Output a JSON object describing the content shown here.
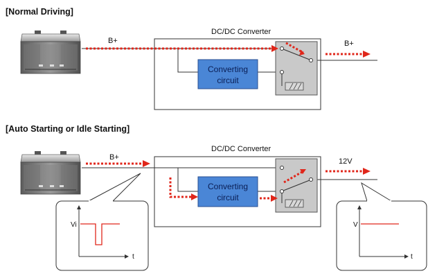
{
  "sections": [
    {
      "heading": "[Normal Driving]",
      "box_label": "DC/DC Converter",
      "input_label": "B+",
      "output_label": "B+",
      "converter_label_line1": "Converting",
      "converter_label_line2": "circuit"
    },
    {
      "heading": "[Auto Starting or Idle Starting]",
      "box_label": "DC/DC Converter",
      "input_label": "B+",
      "output_label": "12V",
      "converter_label_line1": "Converting",
      "converter_label_line2": "circuit",
      "input_graph": {
        "y_label": "Vi",
        "x_label": "t"
      },
      "output_graph": {
        "y_label": "V",
        "x_label": "t"
      }
    }
  ],
  "colors": {
    "flow_arrow": "#e0261a",
    "converter_fill": "#4a86d6",
    "switch_box_fill": "#c9c9c9",
    "waveform": "#e0261a"
  },
  "icons": [
    "battery-icon",
    "switch-icon",
    "fuse-icon"
  ]
}
